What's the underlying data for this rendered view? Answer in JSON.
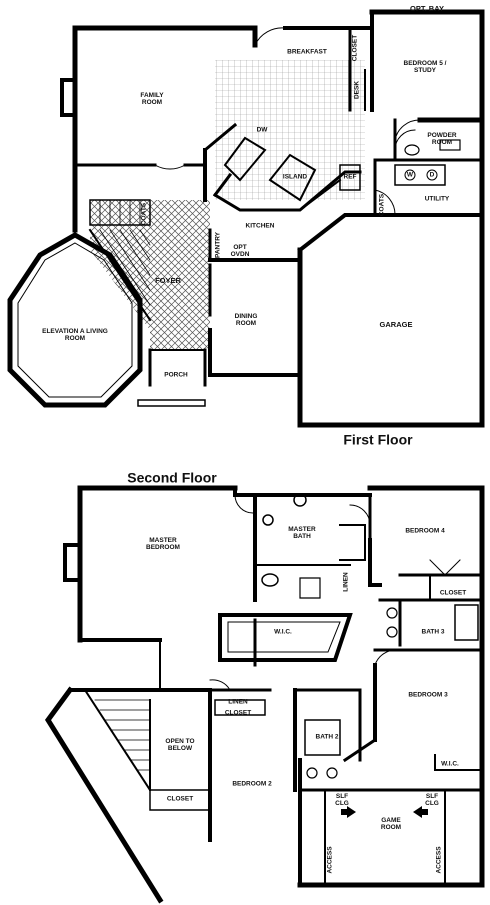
{
  "floors": {
    "first": {
      "title": "First Floor",
      "rooms": {
        "opt_bay": "OPT. BAY",
        "closet_top": "CLOSET",
        "bedroom5": "BEDROOM 5 / STUDY",
        "desk": "DESK",
        "breakfast": "BREAKFAST",
        "family_room": "FAMILY ROOM",
        "powder_room": "POWDER ROOM",
        "dw": "DW",
        "island": "ISLAND",
        "ref": "REF",
        "w": "W",
        "d": "D",
        "utility": "UTILITY",
        "coats_util": "COATS",
        "kitchen": "KITCHEN",
        "pantry": "PANTRY",
        "opt_ovdn": "OPT OVDN",
        "coats_foyer": "COATS",
        "foyer": "FOYER",
        "elevation_living": "ELEVATION A LIVING ROOM",
        "dining_room": "DINING ROOM",
        "garage": "GARAGE",
        "porch": "PORCH"
      }
    },
    "second": {
      "title": "Second Floor",
      "rooms": {
        "master_bedroom": "MASTER BEDROOM",
        "master_bath": "MASTER BATH",
        "linen_master": "LINEN",
        "wic_master": "W.I.C.",
        "bedroom4": "BEDROOM 4",
        "closet_b4": "CLOSET",
        "bath3": "BATH 3",
        "bedroom3": "BEDROOM 3",
        "wic_b3": "W.I.C.",
        "linen_hall": "LINEN",
        "closet_hall": "CLOSET",
        "open_to_below": "OPEN TO BELOW",
        "bath2": "BATH 2",
        "bedroom2": "BEDROOM 2",
        "game_room": "GAME ROOM",
        "slf_clg_left": "SLF CLG",
        "slf_clg_right": "SLF CLG",
        "access_left": "ACCESS",
        "access_right": "ACCESS",
        "closet_small": "CLOSET"
      }
    }
  }
}
